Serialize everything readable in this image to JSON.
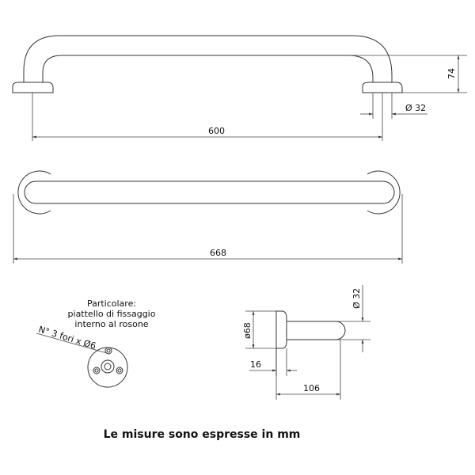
{
  "front_view": {
    "length_label": "600",
    "height_label": "74",
    "diameter_label": "Ø 32"
  },
  "top_view": {
    "length_label": "668"
  },
  "detail": {
    "title_lines": [
      "Particolare:",
      "piattello di fissaggio",
      "interno al rosone"
    ],
    "holes_label": "N° 3 fori x Ø6"
  },
  "side_view": {
    "flange_diameter_label": "ø68",
    "flange_thickness_label": "16",
    "depth_label": "106",
    "tube_diameter_label": "Ø 32"
  },
  "footer": {
    "note": "Le misure sono espresse in mm"
  }
}
